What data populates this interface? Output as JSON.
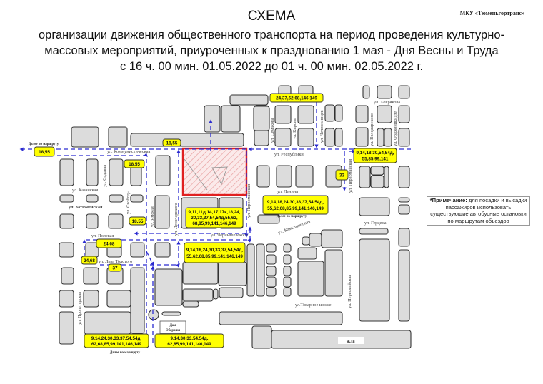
{
  "header": {
    "title": "СХЕМА",
    "subtitle_lines": [
      "организации движения общественного транспорта на период проведения культурно-",
      "массовых мероприятий, приуроченных к празднованию 1 мая - Дня Весны и Труда",
      "с 16 ч. 00 мин. 01.05.2022 до 01 ч. 00 мин. 02.05.2022 г."
    ],
    "organization": "МКУ «Тюменьгортранс»"
  },
  "note": {
    "label": "*Примечание:",
    "text": "для посадки и высадки пассажиров использовать существующие автобусные остановки по маршрутам объездов"
  },
  "streets": {
    "kommunisticheskaya": "ул. Коммунистическая",
    "respubliki": "ул. Республики",
    "lenina": "ул. Ленина",
    "khokhryakova": "ул. Хохрякова",
    "kazanskaya": "ул. Казанская",
    "zatyumenskaya": "ул. Затюменская",
    "polevaya": "ул. Полевая",
    "lva_tolstogo": "ул. Льва Толстого",
    "chernyshevskogo": "ул. Чернышевского",
    "kamyshinskaya": "ул. Камышинская",
    "tovarnoe": "ул.Товарное шоссе",
    "gertsena": "ул. Герцена",
    "sadovaya": "ул. Садовая",
    "svobody": "ул. Свободы",
    "yamskaya": "ул. Ямская",
    "lunacharskogo": "ул. Луначарского",
    "pervomayskaya": "ул. Первомайская",
    "semakova": "ул. Семакова",
    "kirova": "ул. Кирова",
    "chelyuskintsev": "ул. Челюскинцев",
    "volodarskogo": "ул. Володарского",
    "ordzhonikidze": "ул. Орджоникидзе",
    "proletarskaya": "ул. Пролетарская"
  },
  "places": {
    "dom_oborony_1": "Дом",
    "dom_oborony_2": "Обороны",
    "zhdv": "ЖДВ",
    "further_route": "Далее по маршруту"
  },
  "routes": {
    "r1855": "18,55",
    "r_top": "24,37,62,68,146,149",
    "r_resp": [
      "9,14,18,30,54,54д,",
      "55,85,99,141"
    ],
    "r33": "33",
    "r_lenina": [
      "9,14,18,24,30,33,37,54,54д,",
      "55,62,68,85,99,141,146,149"
    ],
    "r_lunach": [
      "9,11,11д,14,17,17к,18,24,",
      "30,33,37,54,54д,55,62,",
      "68,85,99,141,146,149"
    ],
    "r_chern": [
      "9,14,18,24,30,33,37,54,54д,",
      "55,62,68,85,99,141,146,149"
    ],
    "r2468": "24,68",
    "r37": "37",
    "r_bl": [
      "9,14,24,30,33,37,54,54д,",
      "62,68,85,99,141,146,149"
    ],
    "r_bm": [
      "9,14,30,33,54,54д,",
      "62,85,99,141,146,149"
    ]
  },
  "colors": {
    "route": "#2a2ad0",
    "label": "#ffff00",
    "closed_area": "#e02020",
    "building": "#dcdcdc"
  }
}
